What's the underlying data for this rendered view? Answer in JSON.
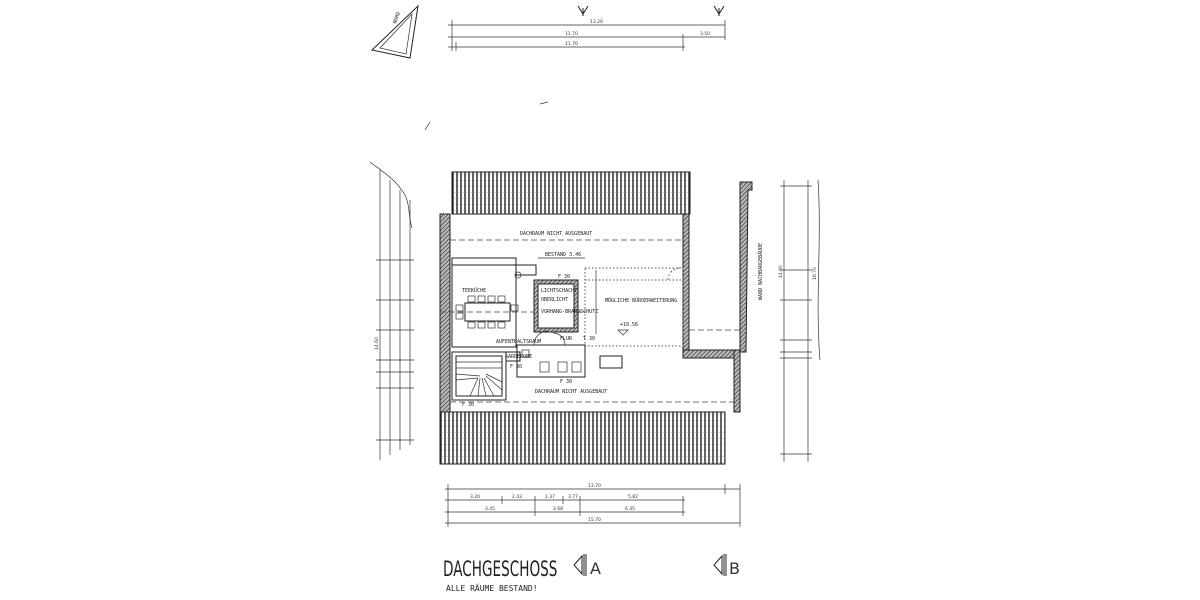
{
  "drawing": {
    "title": "DACHGESCHOSS",
    "subtitle": "ALLE RÄUME BESTAND!",
    "north_label": "NORD",
    "section_a": "A",
    "section_b": "B"
  },
  "rooms": {
    "attic_north": "DACHRAUM NICHT AUSGEBAUT",
    "attic_south": "DACHRAUM NICHT AUSGEBAUT",
    "tea_kitchen": "TEEKÜCHE",
    "lounge": "AUFENTHALTSRAUM",
    "wardrobe": "GARDEROBE",
    "corridor": "FLUR",
    "door_rating": "T 30",
    "fire_rating": "F 30",
    "lightwell_1": "LICHTSCHACHT",
    "lightwell_2": "OBERLICHT",
    "lightwell_3": "VORHANG-BRANDSCHUTZ",
    "office_extension": "MÖGLICHE BÜROERWEITERUNG",
    "existing": "BESTAND 3.46",
    "level": "+10.56",
    "neighbor_wall": "WAND NACHBARGEBÄUDE"
  },
  "dimensions": {
    "top": [
      "13.20",
      "11.70",
      "3.50",
      "11.70"
    ],
    "bottom": [
      "13.70",
      "3.20",
      "2.43",
      "1.37",
      "3.77",
      "5.82",
      "3.45",
      "2.68",
      "6.35",
      "15.70"
    ],
    "left": [
      "14.60"
    ],
    "right": [
      "14.60",
      "16.70"
    ]
  },
  "colors": {
    "ink": "#222222",
    "paper": "#ffffff"
  }
}
